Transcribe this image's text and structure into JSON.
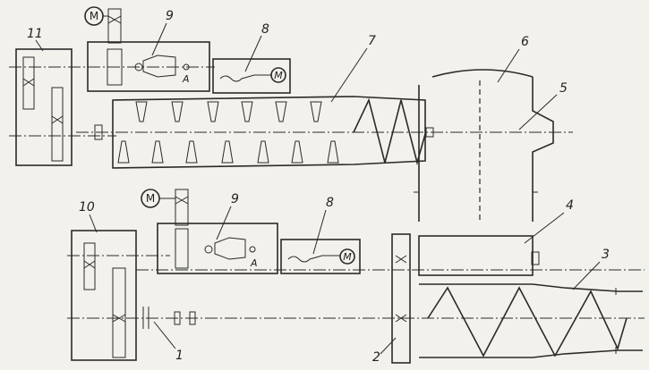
{
  "callouts": {
    "n1": "1",
    "n2": "2",
    "n3": "3",
    "n4": "4",
    "n5": "5",
    "n6": "6",
    "n7": "7",
    "n8_top": "8",
    "n8_bottom": "8",
    "n9_top": "9",
    "n9_bottom": "9",
    "n10": "10",
    "n11": "11"
  },
  "motor_label": "M",
  "clutch_letter": "A"
}
